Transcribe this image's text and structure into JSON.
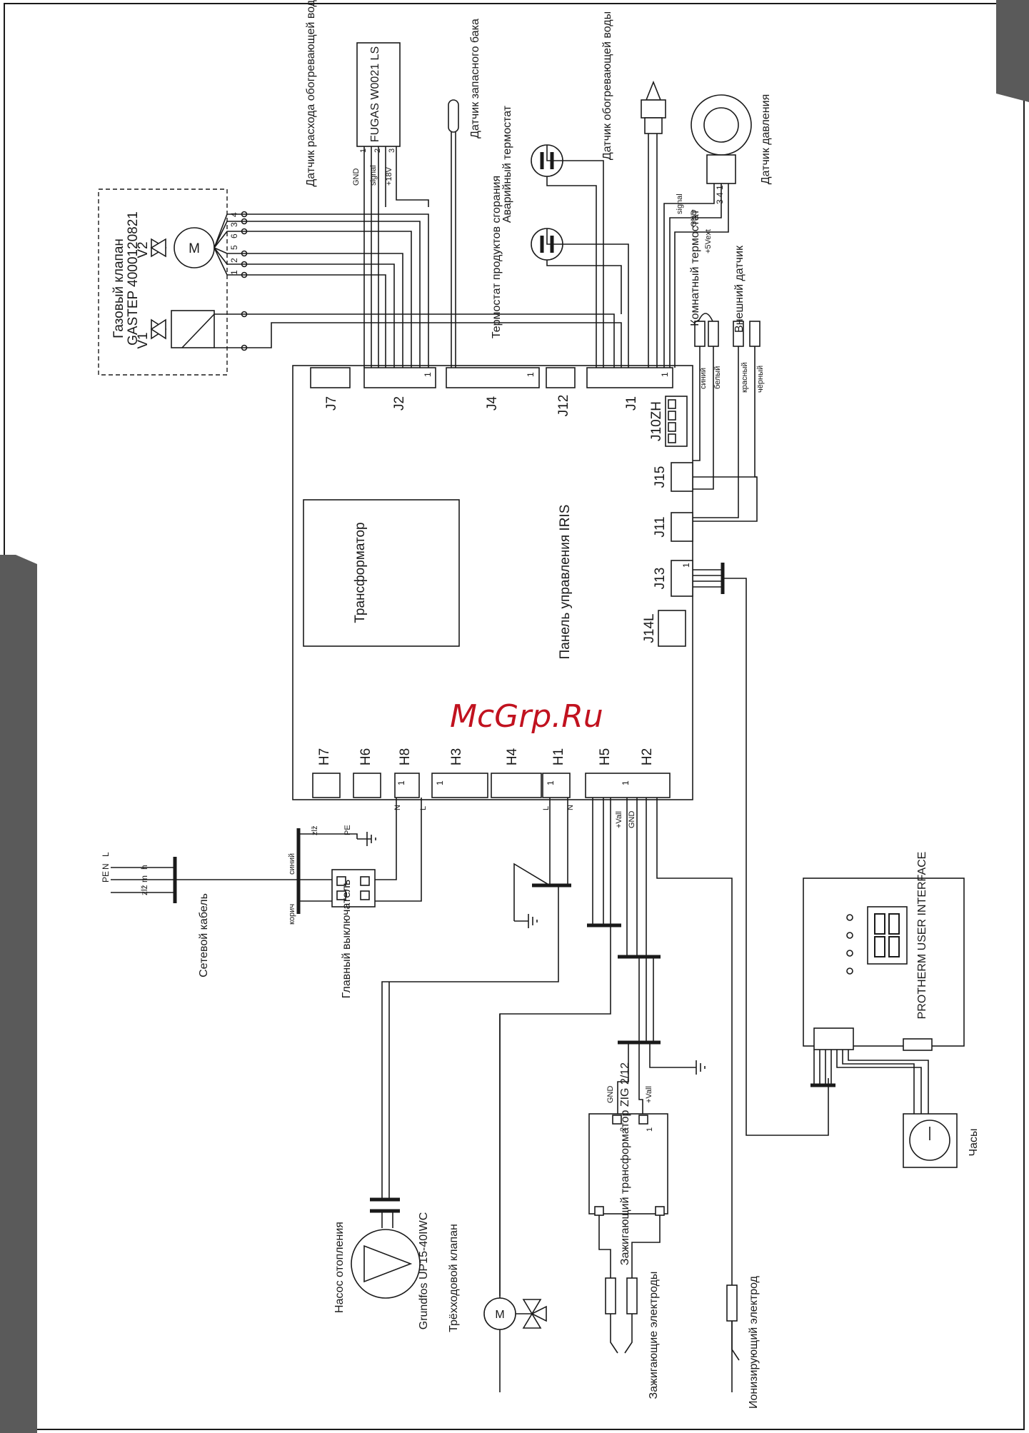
{
  "watermark": "McGrp.Ru",
  "page_colors": {
    "dark_tab": "#5a5a5a",
    "ink": "#1a1a1a",
    "watermark": "#c1121f"
  },
  "panel": {
    "title": "Панель управления IRIS",
    "transformer": "Трансформатор"
  },
  "connectors_top": [
    "J7",
    "J2",
    "J4",
    "J12",
    "J1"
  ],
  "connectors_right": [
    "J10ZH",
    "J15",
    "J11",
    "J13",
    "J14L"
  ],
  "connectors_bottom": [
    "H7",
    "H6",
    "H8",
    "H3",
    "H4",
    "H1",
    "H5",
    "H2"
  ],
  "pin_one": "1",
  "gas_valve": {
    "title": "Газовый клапан",
    "model": "GASTEP 4000120821",
    "v1": "V1",
    "v2": "V2",
    "motor": "M",
    "pins": [
      "1",
      "2",
      "5",
      "6",
      "3",
      "4"
    ]
  },
  "flow_sensor": {
    "title": "Датчик расхода обогревающей воды",
    "model": "FUGAS W0021 LS",
    "pins": [
      "1",
      "2",
      "3"
    ],
    "wires": [
      "GND",
      "signal",
      "+18V"
    ]
  },
  "tank_sensor": "Датчик запасного бака",
  "emergency_thermostat": "Аварийный термостат",
  "flue_thermostat": "Термостат продуктов сгорания",
  "water_sensor": "Датчик обогревающей воды",
  "pressure_sensor": {
    "title": "Датчик давления",
    "pins": "3 4 1",
    "wires": [
      "signal",
      "GND",
      "+5Vext"
    ]
  },
  "room_thermostat": {
    "title": "Комнатный термостат",
    "wires": [
      "синий",
      "белый"
    ]
  },
  "outdoor_sensor": {
    "title": "Внешний датчик",
    "wires": [
      "красный",
      "чёрный"
    ]
  },
  "mains_cable": {
    "title": "Сетевой кабель",
    "letters_top": [
      "L",
      "N",
      "PE"
    ],
    "letters_bottom": [
      "h",
      "m",
      "zlž"
    ]
  },
  "main_switch": {
    "title": "Главный выключатель",
    "wires": [
      "корич",
      "синий",
      "zlž",
      "PE"
    ]
  },
  "h8_wires": [
    "N",
    "L"
  ],
  "h1_wires": [
    "L",
    "N"
  ],
  "h5_wires": [
    "+Vall",
    "GND"
  ],
  "pump": {
    "title": "Насос отопления",
    "model": "Grundfos UP15-40IWC"
  },
  "three_way_valve": {
    "title": "Трёхходовой клапан",
    "motor": "M"
  },
  "ignition_transformer": {
    "title": "Зажигающий трансформатор ZIG 2/12",
    "pins": [
      "2",
      "1"
    ],
    "wires": [
      "GND",
      "+Vall"
    ]
  },
  "ignition_electrodes": "Зажигающие электроды",
  "ionization_electrode": "Ионизирующий электрод",
  "user_interface": {
    "title": "PROTHERM USER INTERFACE"
  },
  "clock": "Часы"
}
